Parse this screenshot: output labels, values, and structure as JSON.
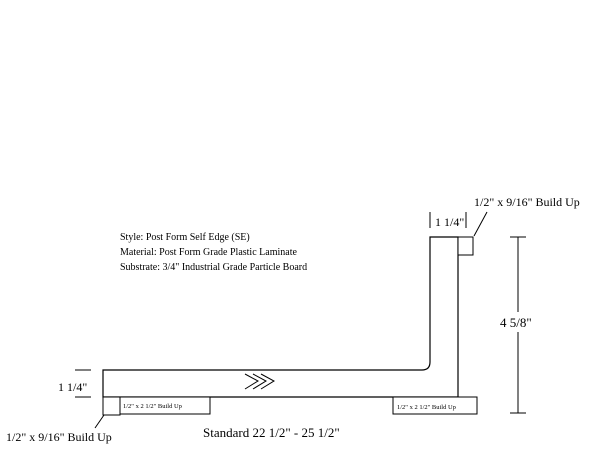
{
  "specs": {
    "style": "Style:  Post Form Self Edge (SE)",
    "material": "Material:  Post Form Grade Plastic Laminate",
    "substrate": "Substrate: 3/4\"  Industrial Grade Particle Board"
  },
  "dimensions": {
    "thickness_top": "1 1/4\"",
    "thickness_left": "1 1/4\"",
    "backsplash_height": "4 5/8\"",
    "buildup_top": "1/2\" x 9/16\" Build Up",
    "buildup_bottom": "1/2\" x 9/16\" Build Up",
    "depth": "Standard 22 1/2\" - 25 1/2\""
  },
  "buildup_strips": {
    "left": "1/2\" x 2 1/2\" Build Up",
    "right": "1/2\" x 2 1/2\" Build Up"
  },
  "colors": {
    "line": "#000000",
    "background": "#ffffff"
  }
}
